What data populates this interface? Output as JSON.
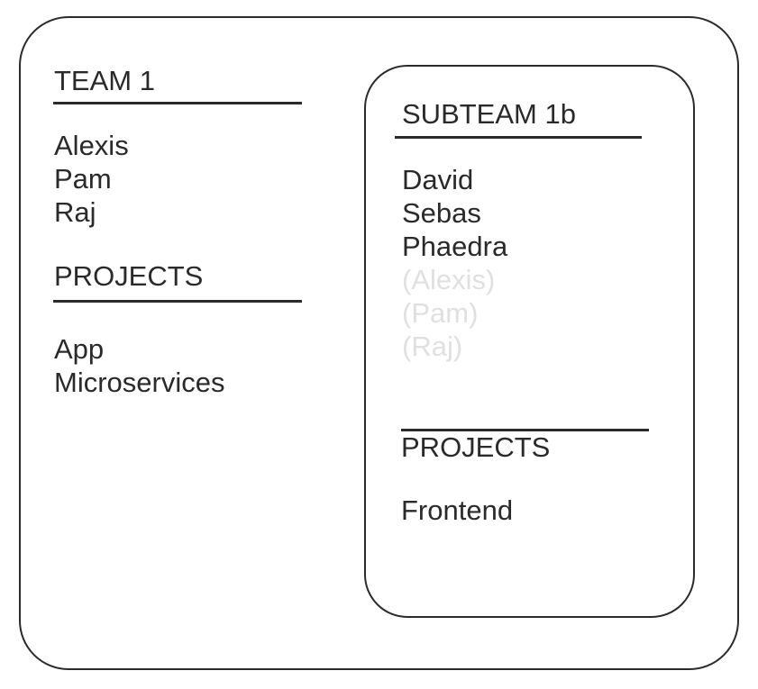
{
  "colors": {
    "background": "#ffffff",
    "text": "#2a2a2a",
    "muted": "#e0e0e0",
    "line": "#2b2b2b"
  },
  "team": {
    "title": "TEAM 1",
    "members": [
      "Alexis",
      "Pam",
      "Raj"
    ],
    "projects_title": "PROJECTS",
    "projects": [
      "App",
      "Microservices"
    ]
  },
  "subteam": {
    "title": "SUBTEAM 1b",
    "members": [
      "David",
      "Sebas",
      "Phaedra"
    ],
    "shadowed_members": [
      "(Alexis)",
      "(Pam)",
      "(Raj)"
    ],
    "projects_title": "PROJECTS",
    "projects": [
      "Frontend"
    ]
  }
}
